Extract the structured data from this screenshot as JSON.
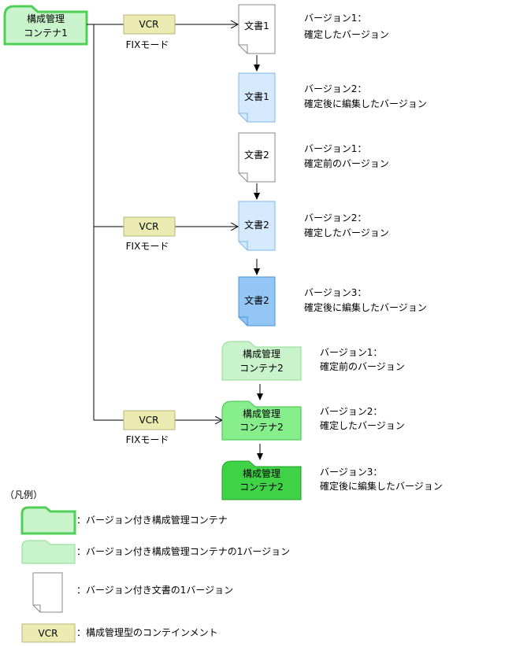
{
  "root_container": {
    "line1": "構成管理",
    "line2": "コンテナ1"
  },
  "vcr_label": "VCR",
  "fix_mode_label": "FIXモード",
  "documents": [
    {
      "title": "文書1",
      "desc1": "バージョン1：",
      "desc2": "確定したバージョン",
      "color": "#ffffff"
    },
    {
      "title": "文書1",
      "desc1": "バージョン2：",
      "desc2": "確定後に編集したバージョン",
      "color": "#d6eaff"
    },
    {
      "title": "文書2",
      "desc1": "バージョン1：",
      "desc2": "確定前のバージョン",
      "color": "#ffffff"
    },
    {
      "title": "文書2",
      "desc1": "バージョン2：",
      "desc2": "確定したバージョン",
      "color": "#d6eaff"
    },
    {
      "title": "文書2",
      "desc1": "バージョン3：",
      "desc2": "確定後に編集したバージョン",
      "color": "#93c6f4"
    }
  ],
  "containers": [
    {
      "line1": "構成管理",
      "line2": "コンテナ2",
      "desc1": "バージョン1：",
      "desc2": "確定前のバージョン",
      "color": "#c9f4cb"
    },
    {
      "line1": "構成管理",
      "line2": "コンテナ2",
      "desc1": "バージョン2：",
      "desc2": "確定したバージョン",
      "color": "#86ee8b"
    },
    {
      "line1": "構成管理",
      "line2": "コンテナ2",
      "desc1": "バージョン3：",
      "desc2": "確定後に編集したバージョン",
      "color": "#3fd246"
    }
  ],
  "legend": {
    "title": "（凡例）",
    "items": [
      {
        "icon": "versioned-container-icon",
        "text": "：バージョン付き構成管理コンテナ"
      },
      {
        "icon": "container-version-icon",
        "text": "：バージョン付き構成管理コンテナの1バージョン"
      },
      {
        "icon": "document-version-icon",
        "text": "：バージョン付き文書の1バージョン"
      },
      {
        "icon": "vcr-icon",
        "label": "VCR",
        "text": "：構成管理型のコンテインメント"
      }
    ]
  }
}
